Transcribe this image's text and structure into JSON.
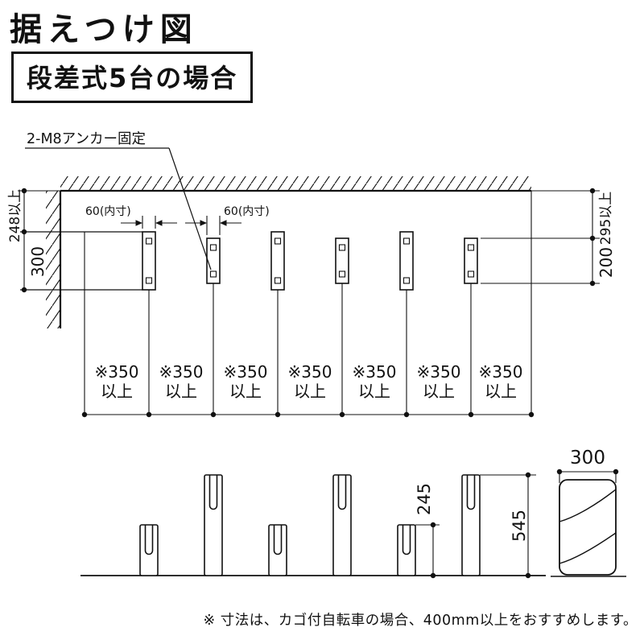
{
  "title": "据えつけ図",
  "subtitle": "段差式5台の場合",
  "plan_view": {
    "anchor_label": "2-M8アンカー固定",
    "dim_wall_clearance_left": "248以上",
    "dim_rail_length_left": "300",
    "dim_inner_width_1": "60(内寸)",
    "dim_inner_width_2": "60(内寸)",
    "dim_wall_clearance_right": "295以上",
    "dim_plate_length_right": "200",
    "spacing_dims": [
      {
        "value": "※350",
        "suffix": "以上"
      },
      {
        "value": "※350",
        "suffix": "以上"
      },
      {
        "value": "※350",
        "suffix": "以上"
      },
      {
        "value": "※350",
        "suffix": "以上"
      },
      {
        "value": "※350",
        "suffix": "以上"
      },
      {
        "value": "※350",
        "suffix": "以上"
      },
      {
        "value": "※350",
        "suffix": "以上"
      }
    ]
  },
  "elevation_view": {
    "dim_low_rack_height": "245",
    "dim_high_rack_height": "545"
  },
  "side_view": {
    "dim_depth": "300"
  },
  "footer_note": "※ 寸法は、カゴ付自転車の場合、400mm以上をおすすめします。"
}
